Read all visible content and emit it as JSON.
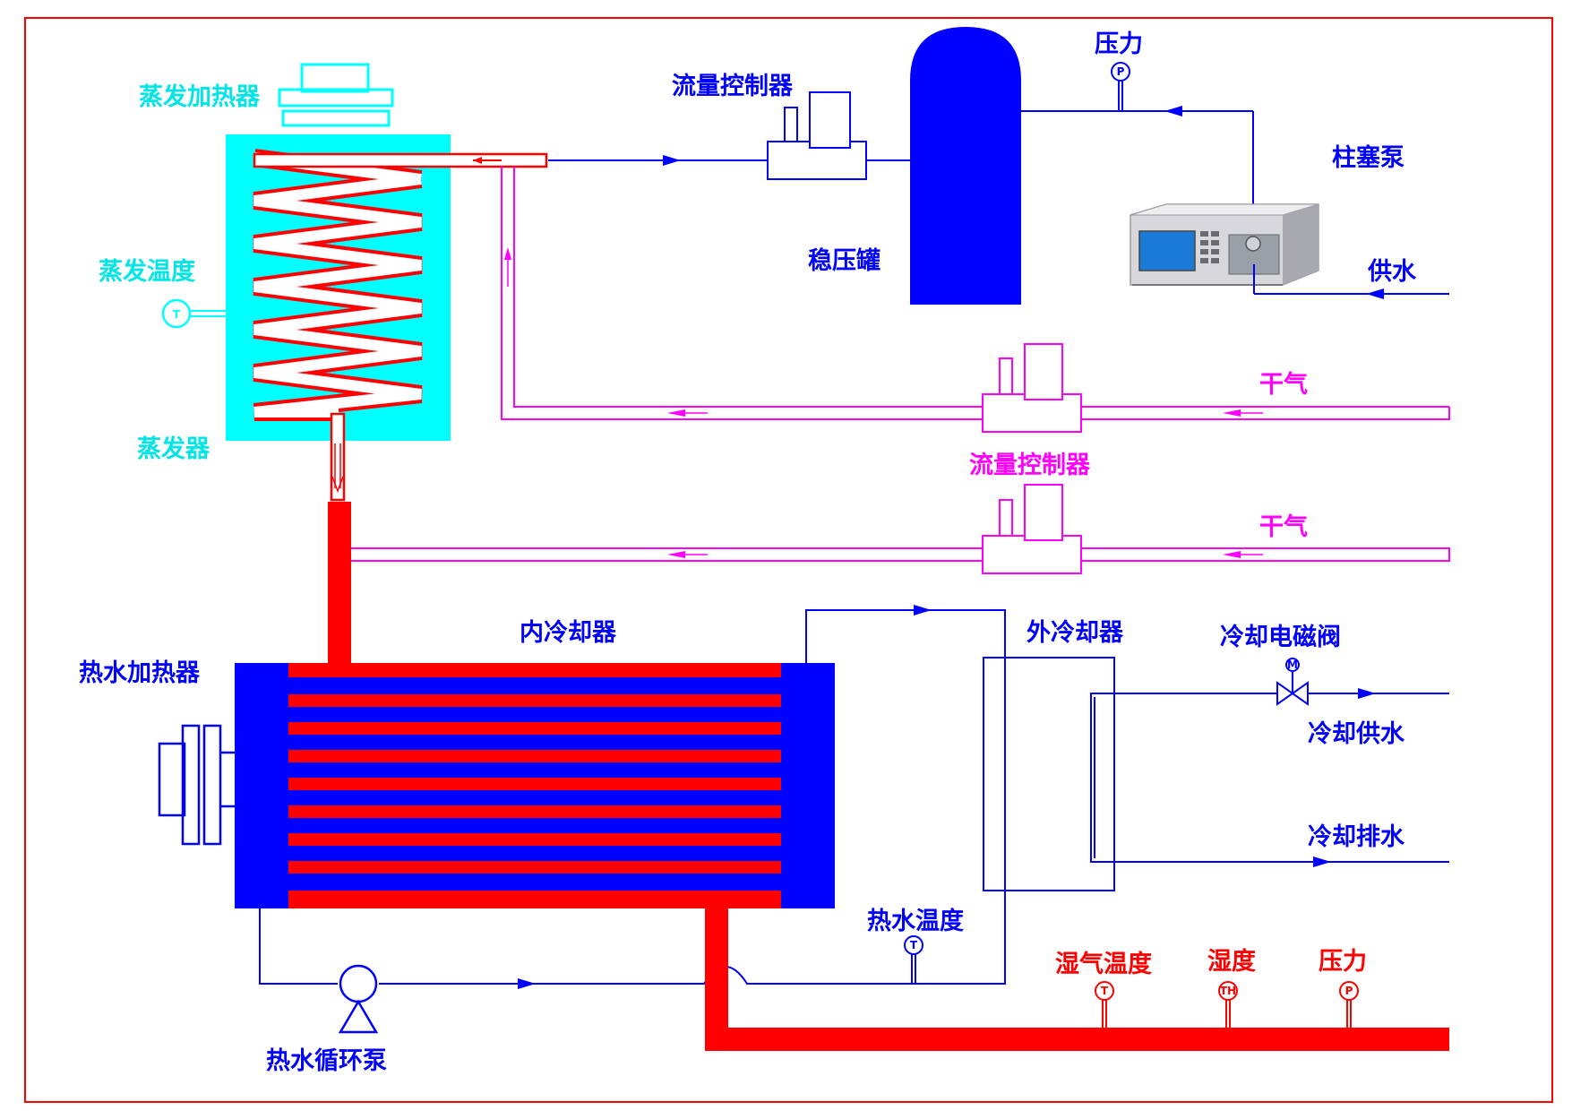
{
  "colors": {
    "cyan": "#00ffff",
    "blue": "#0000ff",
    "red": "#ff0000",
    "magenta": "#ff00ff",
    "dark_blue": "#0a0ad0"
  },
  "labels": {
    "evap_heater": "蒸发加热器",
    "evap_temp": "蒸发温度",
    "evaporator": "蒸发器",
    "flow_ctrl_top": "流量控制器",
    "surge_tank": "稳压罐",
    "pressure_top": "压力",
    "plunger_pump": "柱塞泵",
    "water_supply": "供水",
    "dry_gas_1": "干气",
    "flow_ctrl_mid": "流量控制器",
    "dry_gas_2": "干气",
    "inner_cooler": "内冷却器",
    "outer_cooler": "外冷却器",
    "cooling_solenoid": "冷却电磁阀",
    "cooling_supply": "冷却供水",
    "cooling_drain": "冷却排水",
    "hot_water_heater": "热水加热器",
    "hot_water_temp": "热水温度",
    "hot_water_pump": "热水循环泵",
    "wet_gas_temp": "湿气温度",
    "humidity": "湿度",
    "pressure_bottom": "压力"
  },
  "gauges": {
    "T": "T",
    "P": "P",
    "TH": "TH",
    "M": "M"
  }
}
